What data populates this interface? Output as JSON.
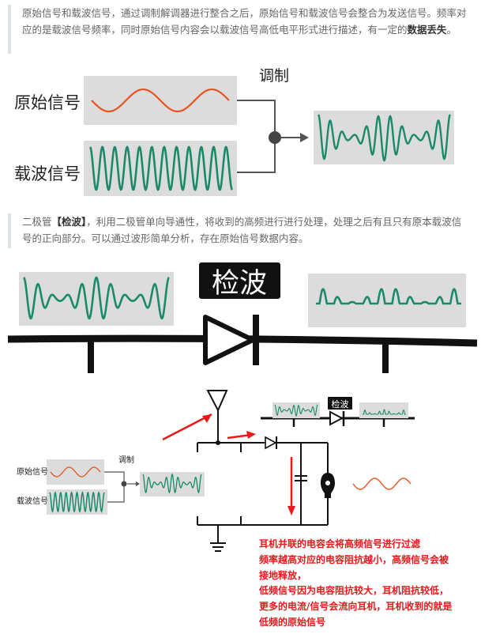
{
  "paragraph1": {
    "text_before": "原始信号和载波信号，通过调制解调器进行整合之后，原始信号和载波信号会整合为发送信号。频率对应的是载波信号频率，同时原始信号内容会以载波信号高低电平形式进行描述，有一定的",
    "bold": "数据丢失",
    "text_after": "。"
  },
  "figure1": {
    "label_original": "原始信号",
    "label_carrier": "载波信号",
    "label_modulation": "调制"
  },
  "paragraph2": {
    "text_before": "二极管",
    "bold": "【检波】",
    "text_after": "，利用二极管单向导通性，将收到的高频进行进行处理，处理之后有且只有原本载波信号的正向部分。可以通过波形简单分析，存在原始信号数据内容。"
  },
  "figure2": {
    "label_detect": "检波"
  },
  "figure3": {
    "label_original": "原始信号",
    "label_carrier": "载波信号",
    "label_modulation": "调制",
    "label_detect": "检波"
  },
  "annotation": {
    "lines": [
      "耳机并联的电容会将高频信号进行过滤",
      "频率越高对应的电容阻抗越小，高频信号会被",
      "接地释放，",
      "低频信号因为电容阻抗较大，耳机阻抗较低，",
      "更多的电流/信号会流向耳机，耳机收到的就是",
      "低频的原始信号"
    ]
  },
  "colors": {
    "original_wave": "#e8531f",
    "carrier_wave": "#1a8a6a",
    "annotation_red": "#e81919"
  }
}
